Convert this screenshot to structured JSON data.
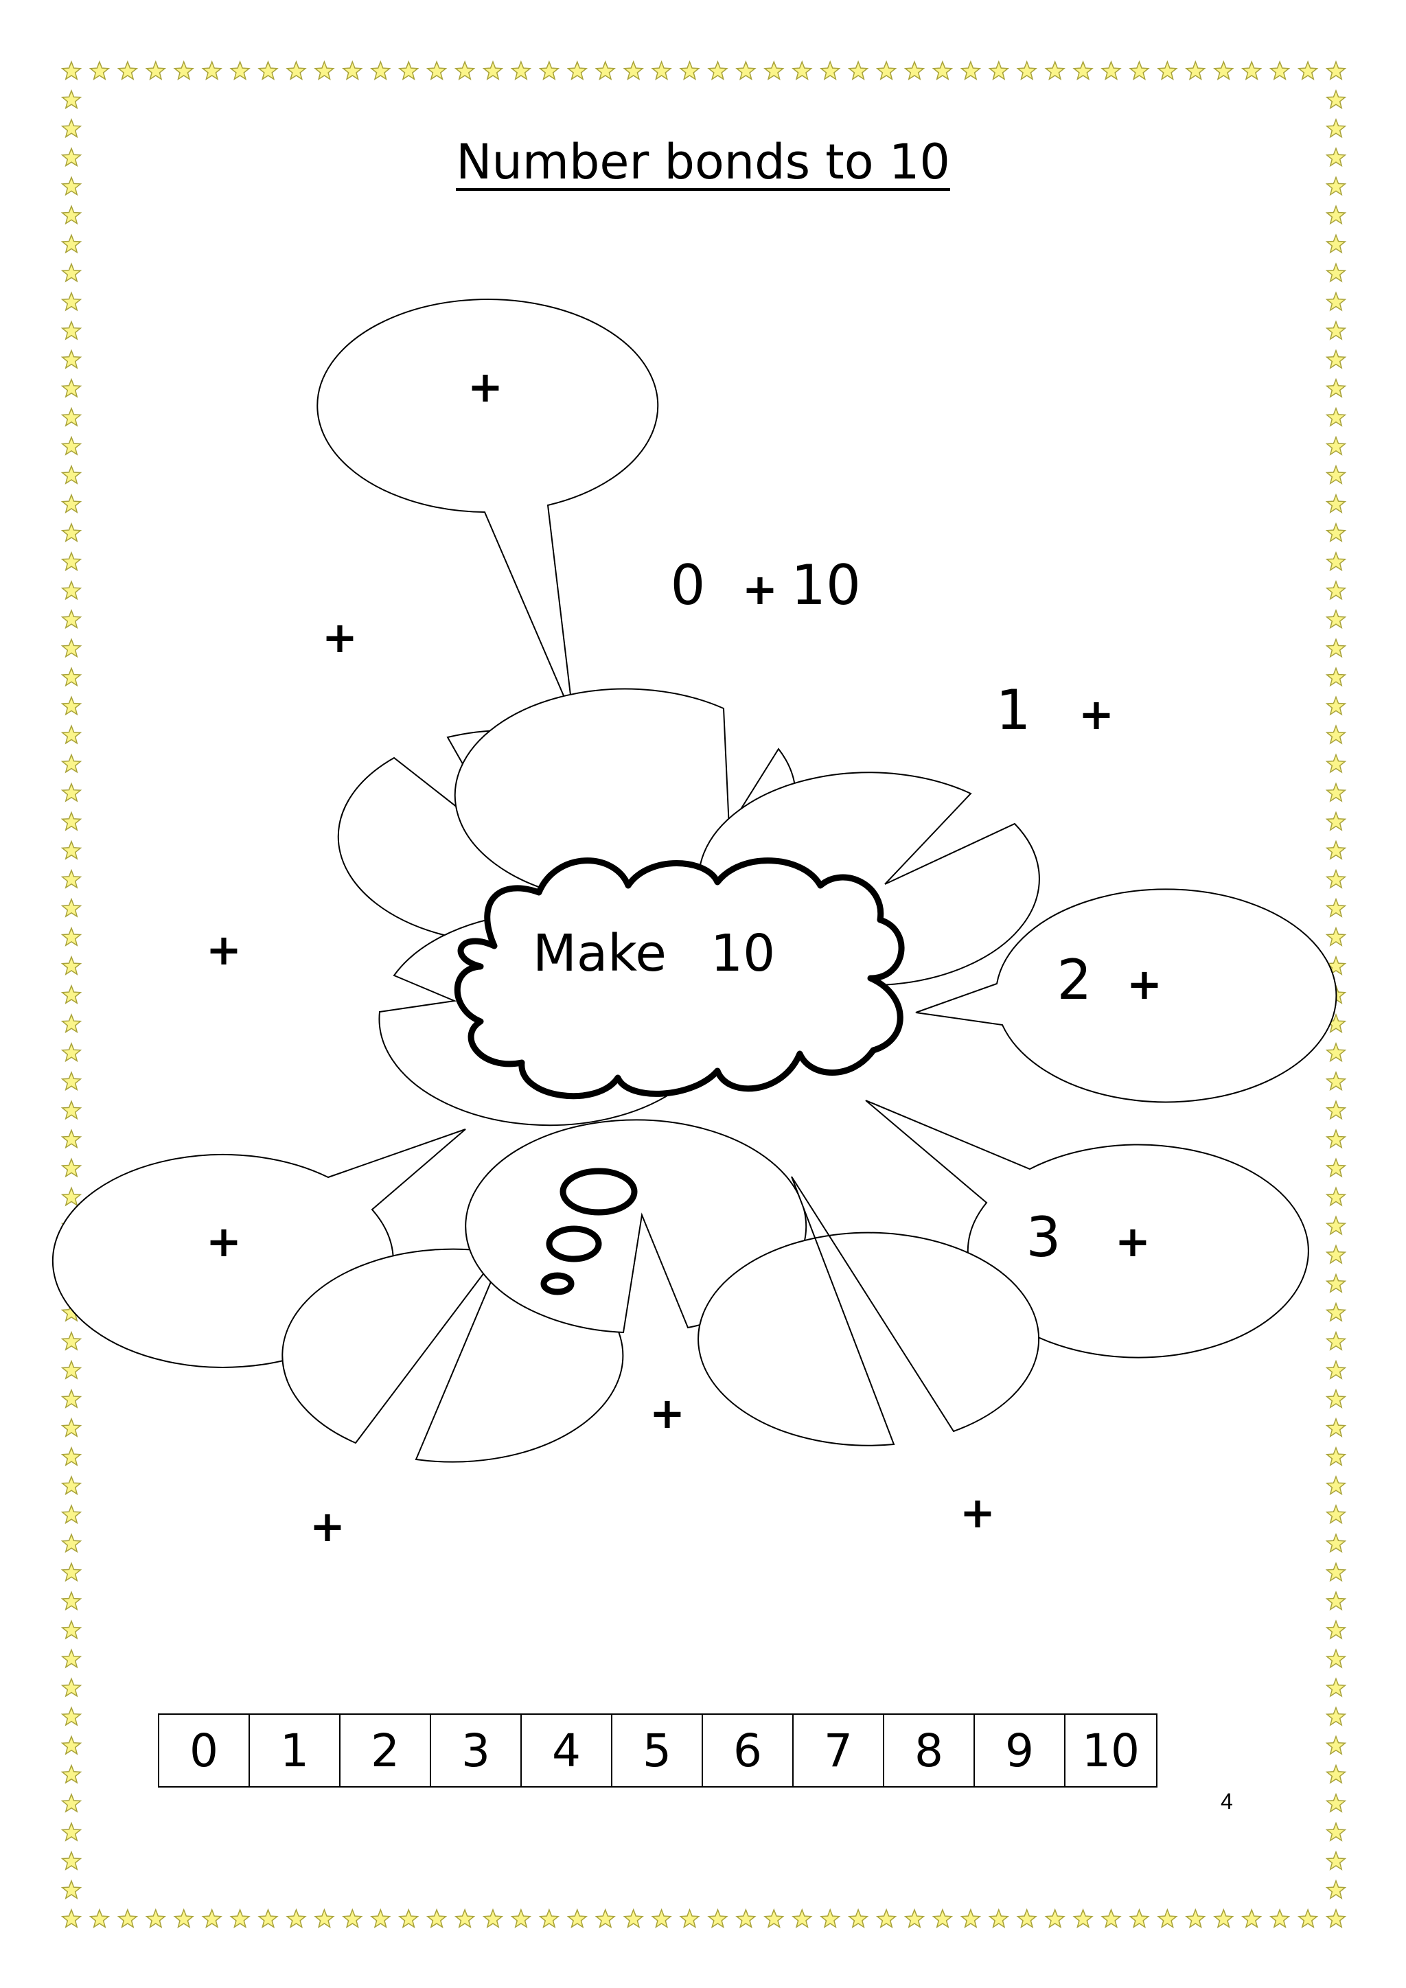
{
  "title": "Number bonds to 10",
  "center_cloud": {
    "label_word": "Make",
    "label_number": "10"
  },
  "bubbles": [
    {
      "left": "",
      "op": "+",
      "right": ""
    },
    {
      "left": "0",
      "op": "+",
      "right": "10"
    },
    {
      "left": "1",
      "op": "+",
      "right": ""
    },
    {
      "left": "",
      "op": "+",
      "right": ""
    },
    {
      "left": "2",
      "op": "+",
      "right": ""
    },
    {
      "left": "",
      "op": "+",
      "right": ""
    },
    {
      "left": "",
      "op": "+",
      "right": ""
    },
    {
      "left": "3",
      "op": "+",
      "right": ""
    },
    {
      "left": "",
      "op": "+",
      "right": ""
    },
    {
      "left": "",
      "op": "+",
      "right": ""
    },
    {
      "left": "",
      "op": "+",
      "right": ""
    }
  ],
  "number_line": [
    "0",
    "1",
    "2",
    "3",
    "4",
    "5",
    "6",
    "7",
    "8",
    "9",
    "10"
  ],
  "page_number": "4",
  "colors": {
    "border_star_fill": "#fbf58a",
    "border_star_stroke": "#a8a23a",
    "ink": "#000000"
  }
}
